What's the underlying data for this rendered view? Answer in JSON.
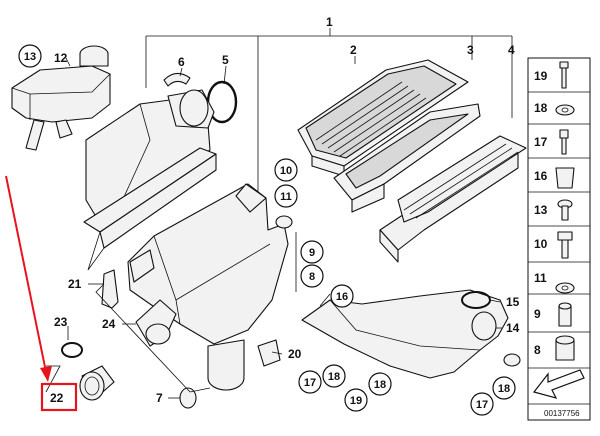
{
  "diagram": {
    "reference_number": "00137756",
    "plain_callouts": [
      {
        "id": "c1",
        "label": "1"
      },
      {
        "id": "c2",
        "label": "2"
      },
      {
        "id": "c3",
        "label": "3"
      },
      {
        "id": "c4",
        "label": "4"
      },
      {
        "id": "c5",
        "label": "5"
      },
      {
        "id": "c6",
        "label": "6"
      },
      {
        "id": "c7",
        "label": "7"
      },
      {
        "id": "c12",
        "label": "12"
      },
      {
        "id": "c14",
        "label": "14"
      },
      {
        "id": "c15",
        "label": "15"
      },
      {
        "id": "c20",
        "label": "20"
      },
      {
        "id": "c21",
        "label": "21"
      },
      {
        "id": "c23",
        "label": "23"
      },
      {
        "id": "c24",
        "label": "24"
      }
    ],
    "circled_callouts": [
      {
        "id": "k13",
        "label": "13"
      },
      {
        "id": "k10",
        "label": "10"
      },
      {
        "id": "k11",
        "label": "11"
      },
      {
        "id": "k9",
        "label": "9"
      },
      {
        "id": "k8",
        "label": "8"
      },
      {
        "id": "k16",
        "label": "16"
      },
      {
        "id": "k17a",
        "label": "17"
      },
      {
        "id": "k18a",
        "label": "18"
      },
      {
        "id": "k18b",
        "label": "18"
      },
      {
        "id": "k19",
        "label": "19"
      },
      {
        "id": "k18c",
        "label": "18"
      },
      {
        "id": "k17b",
        "label": "17"
      }
    ],
    "highlighted_callout": {
      "label": "22",
      "color": "#e8141b"
    },
    "side_panel": [
      {
        "label": "19",
        "icon": "bolt-icon"
      },
      {
        "label": "18",
        "icon": "washer-icon"
      },
      {
        "label": "17",
        "icon": "stud-bolt-icon"
      },
      {
        "label": "16",
        "icon": "clip-nut-icon"
      },
      {
        "label": "13",
        "icon": "expanding-rivet-icon"
      },
      {
        "label": "10",
        "icon": "hex-bolt-icon"
      },
      {
        "label": "11",
        "icon": "washer-icon"
      },
      {
        "label": "9",
        "icon": "sleeve-icon"
      },
      {
        "label": "8",
        "icon": "grommet-icon"
      }
    ],
    "colors": {
      "highlight": "#e8141b",
      "line": "#111111"
    }
  }
}
